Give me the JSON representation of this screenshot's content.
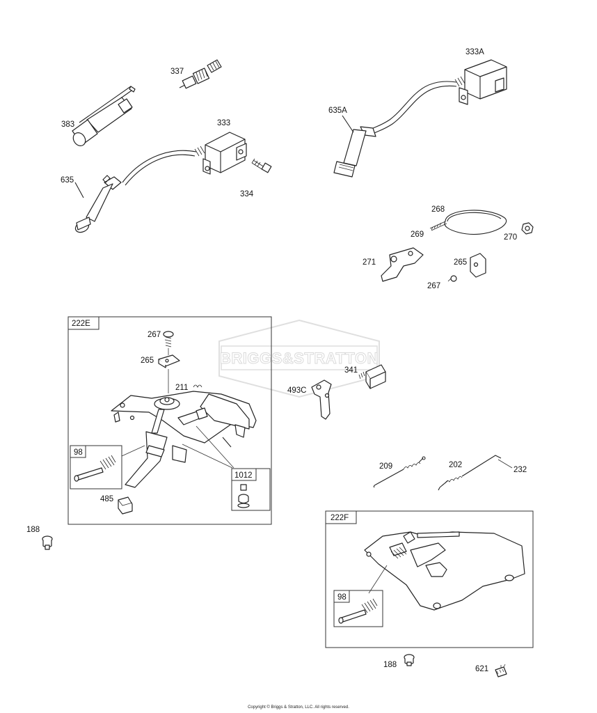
{
  "watermark": {
    "brand": "BRIGGS&STRATTON"
  },
  "callouts": {
    "p337": "337",
    "p383": "383",
    "p333": "333",
    "p635": "635",
    "p334": "334",
    "p333A": "333A",
    "p635A": "635A",
    "p268": "268",
    "p269": "269",
    "p270": "270",
    "p271": "271",
    "p265": "265",
    "p267": "267",
    "p341": "341",
    "p493C": "493C",
    "p209": "209",
    "p202": "202",
    "p232": "232",
    "p188a": "188",
    "p188b": "188",
    "p621": "621",
    "e267": "267",
    "e265": "265",
    "e211": "211",
    "e485": "485"
  },
  "boxes": {
    "box222E": "222E",
    "box98a": "98",
    "box1012": "1012",
    "box222F": "222F",
    "box98b": "98"
  },
  "footer": {
    "copyright": "Copyright © Briggs & Stratton, LLC. All rights reserved."
  }
}
